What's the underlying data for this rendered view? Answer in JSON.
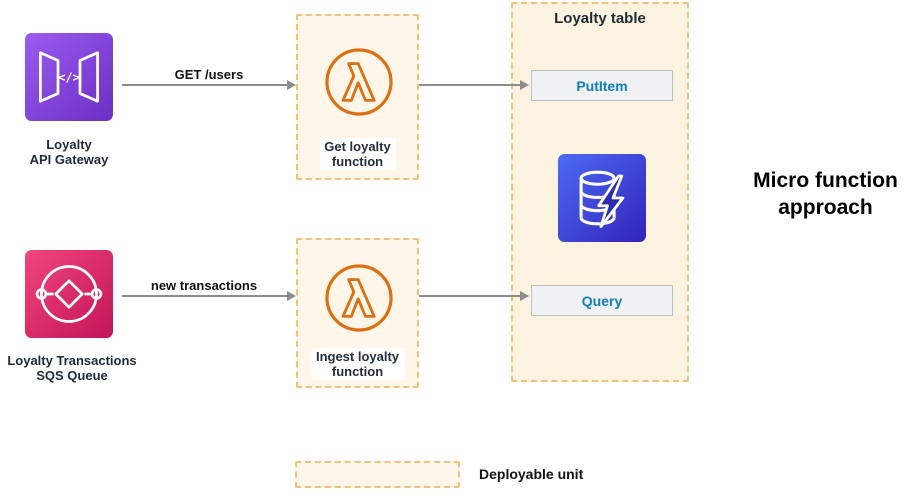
{
  "diagram_title": {
    "line1": "Micro function",
    "line2": "approach"
  },
  "nodes": {
    "api_gateway": {
      "label1": "Loyalty",
      "label2": "API Gateway"
    },
    "sqs": {
      "label1": "Loyalty Transactions",
      "label2": "SQS Queue"
    },
    "get_lambda": {
      "label1": "Get loyalty",
      "label2": "function"
    },
    "ingest_lambda": {
      "label1": "Ingest loyalty",
      "label2": "function"
    },
    "loyalty_table": {
      "title": "Loyalty table",
      "put_item": "PutItem",
      "query": "Query"
    }
  },
  "edges": {
    "get_users": "GET /users",
    "new_transactions": "new transactions"
  },
  "legend": {
    "label": "Deployable unit"
  },
  "icons": {
    "api_gateway": "api-gateway-icon",
    "sqs_queue": "sqs-queue-icon",
    "lambda_function": "lambda-icon",
    "dynamodb_table": "dynamodb-icon",
    "arrow": "arrow-right-icon"
  },
  "colors": {
    "lambda_orange": "#dd6f13",
    "deployable_unit_border": "#efc178",
    "deployable_unit_fill": "#fdf6e9",
    "loyalty_table_fill": "#fbf2df",
    "action_text_blue": "#0f7ec0",
    "action_fill": "#eff1f2",
    "arrow_gray": "#8c8c8c",
    "api_gateway_purple_start": "#9c5bf0",
    "api_gateway_purple_end": "#6b2fc3",
    "sqs_pink_start": "#f0467e",
    "sqs_pink_end": "#c21457",
    "dynamodb_blue_start": "#4d6bf5",
    "dynamodb_blue_end": "#3123b8",
    "label_text": "#232f3e"
  }
}
